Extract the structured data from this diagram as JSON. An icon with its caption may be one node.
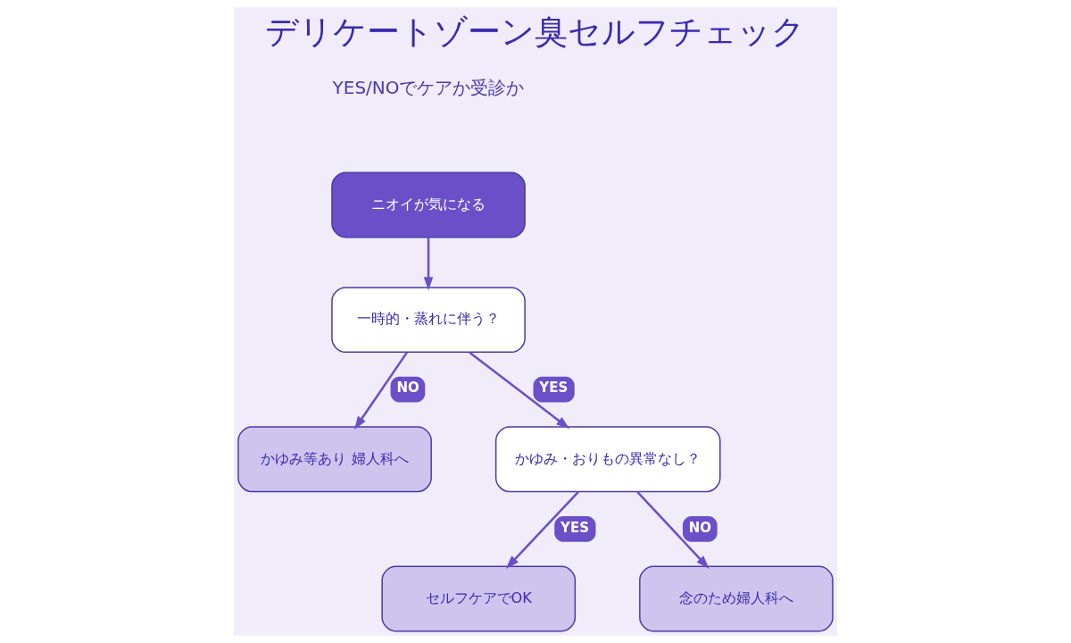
{
  "diagram": {
    "title": "デリケートゾーン臭セルフチェック",
    "nodes": [
      {
        "text": [
          "ニオイが気になる"
        ]
      },
      {
        "text": [
          "一時的・蒸れに伴う？"
        ]
      },
      {
        "text": [
          "かゆみ等あり 婦人科へ"
        ]
      },
      {
        "text": [
          "かゆみ・おりもの異常なし？"
        ]
      },
      {
        "text": [
          "セルフケアでOK"
        ]
      },
      {
        "text": [
          "念のため婦人科へ"
        ]
      }
    ],
    "edges": [
      {
        "from": 0,
        "to": 1,
        "arrow": "to"
      },
      {
        "from": 1,
        "to": 2,
        "arrow": "to",
        "label": "NO"
      },
      {
        "from": 1,
        "to": 3,
        "arrow": "to",
        "label": "YES"
      },
      {
        "from": 3,
        "to": 4,
        "arrow": "to",
        "label": "YES"
      },
      {
        "from": 3,
        "to": 5,
        "arrow": "to",
        "label": "NO"
      }
    ],
    "labels": [
      "YES/NOでケアか受診か"
    ]
  }
}
